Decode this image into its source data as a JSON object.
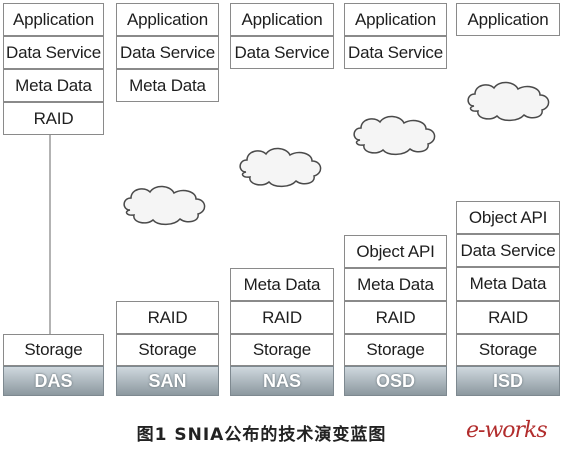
{
  "columns": [
    {
      "layers": [
        "Application",
        "Data Service",
        "Meta Data",
        "RAID"
      ],
      "base": "Storage",
      "header": "DAS"
    },
    {
      "layers": [
        "Application",
        "Data Service",
        "Meta Data"
      ],
      "base": [
        "RAID",
        "Storage"
      ],
      "header": "SAN"
    },
    {
      "layers": [
        "Application",
        "Data Service"
      ],
      "base": [
        "Meta Data",
        "RAID",
        "Storage"
      ],
      "header": "NAS"
    },
    {
      "layers": [
        "Application",
        "Data Service"
      ],
      "base": [
        "Object API",
        "Meta Data",
        "RAID",
        "Storage"
      ],
      "header": "OSD"
    },
    {
      "layers": [
        "Application"
      ],
      "base": [
        "Object API",
        "Data Service",
        "Meta Data",
        "RAID",
        "Storage"
      ],
      "header": "ISD"
    }
  ],
  "caption": "图1 SNIA公布的技术演变蓝图",
  "logo": "e-works",
  "colors": {
    "header_top": "#cfd8de",
    "header_bottom": "#8c989f",
    "border": "#8a8a8a"
  }
}
